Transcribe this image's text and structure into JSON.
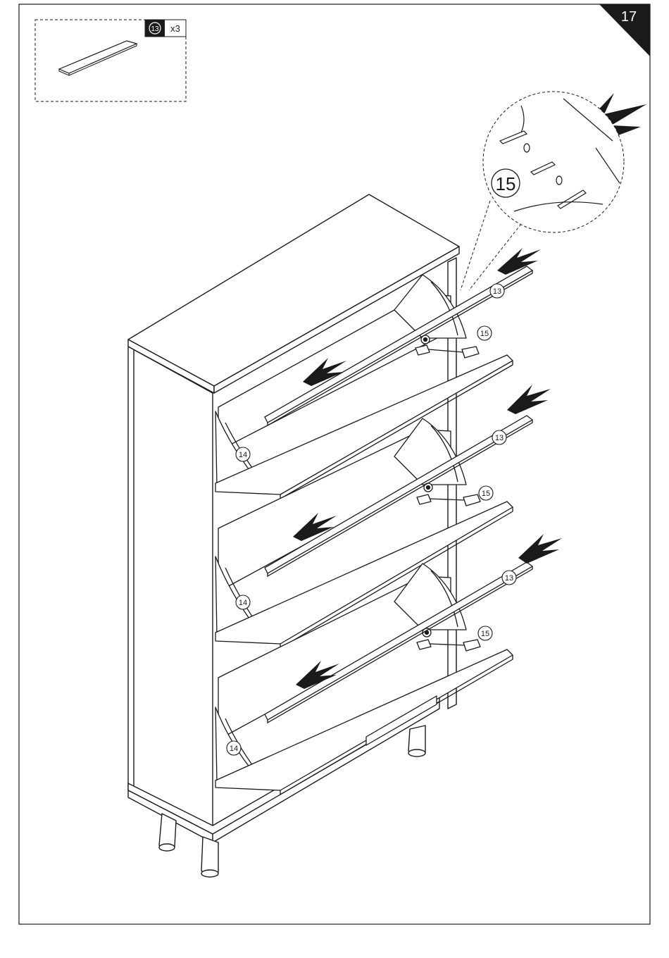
{
  "page": {
    "step_number": "17"
  },
  "parts_box": {
    "part_number": "13",
    "quantity": "x3"
  },
  "callouts": {
    "rail_part": "13",
    "hinge_part": "14",
    "bracket_part": "15",
    "detail_part": "15"
  },
  "colors": {
    "ink": "#1a1a1a",
    "badge_background": "#1a1a1a",
    "badge_text": "#ffffff",
    "paper": "#ffffff"
  }
}
